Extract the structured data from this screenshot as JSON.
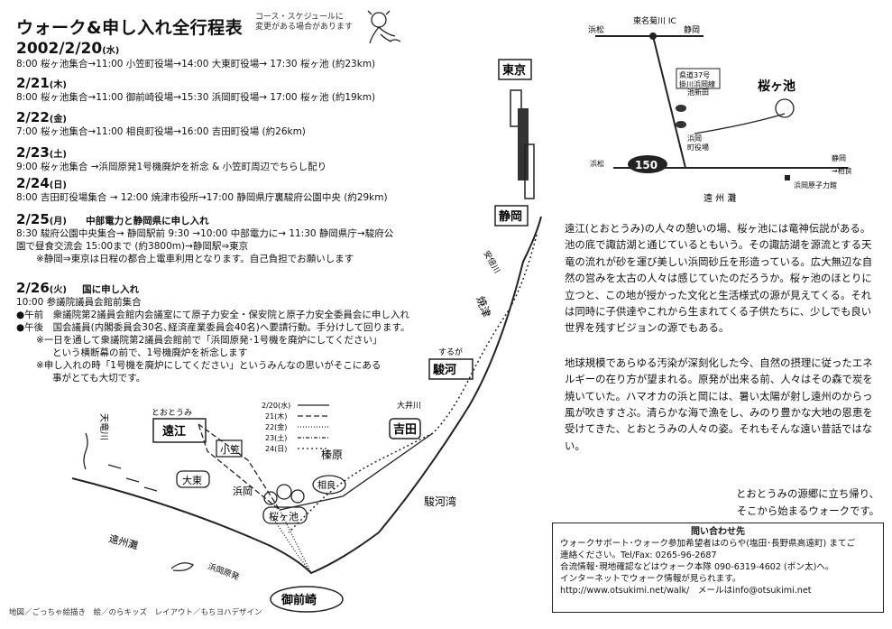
{
  "header": {
    "title": "ウォーク&申し入れ全行程表",
    "note_line1": "コース・スケジュールに",
    "note_line2": "変更がある場合があります"
  },
  "schedule": {
    "d1": {
      "date": "2002/2/20",
      "dow": "(水)",
      "line": "8:00 桜ヶ池集合→11:00 小笠町役場→14:00 大東町役場→ 17:30 桜ヶ池 (約23km)"
    },
    "d2": {
      "date": "2/21",
      "dow": "(木)",
      "line": "8:00 桜ヶ池集合→11:00 御前崎役場→15:30 浜岡町役場→ 17:00 桜ヶ池 (約19km)"
    },
    "d3": {
      "date": "2/22",
      "dow": "(金)",
      "line": "7:00 桜ヶ池集合→11:00 相良町役場→16:00 吉田町役場 (約26km)"
    },
    "d4": {
      "date": "2/23",
      "dow": "(土)",
      "line": "9:00 桜ヶ池集合 →浜岡原発1号機廃炉を祈念 & 小笠町周辺でちらし配り"
    },
    "d5": {
      "date": "2/24",
      "dow": "(日)",
      "line": "8:00 吉田町役場集合 → 12:00 焼津市役所→17:00 静岡県庁裏駿府公園中央 (約29km)"
    },
    "d6": {
      "date": "2/25",
      "dow": "(月)",
      "subtitle": "中部電力と静岡県に申し入れ",
      "line1": "8:30 駿府公園中央集合→ 静岡駅前 9:30 →10:00 中部電力に→ 11:30 静岡県庁→駿府公",
      "line2": "園で昼食交流会 15:00まで (約3800m)→静岡駅⇒東京",
      "line3": "※静岡⇒東京は日程の都合上電車利用となります。自己負担でお願いします"
    },
    "d7": {
      "date": "2/26",
      "dow": "(火)",
      "subtitle": "国に申し入れ",
      "line1": "10:00 参議院議員会館前集合",
      "line2": "●午前　衆議院第2議員会館内会議室にて原子力安全・保安院と原子力安全委員会に申し入れ",
      "line3": "●午後　国会議員(内閣委員会30名､経済産業委員会40名)へ要請行動。手分けして回ります。",
      "line4": "※一日を通して衆議院第2議員会館前で「浜岡原発･1号機を廃炉にしてください」",
      "line5": "という横断幕の前で、1号機廃炉を祈念します",
      "line6": "※申し入れの時「1号機を廃炉にしてください」というみんなの思いがそこにある",
      "line7": "事がとても大切です。"
    }
  },
  "map": {
    "tokyo": "東京",
    "shizuoka": "静岡",
    "abekawa": "安倍川",
    "yaizu": "焼津",
    "suruga_small": "するが",
    "suruga": "駿河",
    "oigawa": "大井川",
    "yoshida": "吉田",
    "haibara": "榛原",
    "sagara": "相良",
    "surugawan": "駿河湾",
    "totoumi_small": "とおとうみ",
    "totoumi": "遠江",
    "ogasa": "小笠",
    "daito": "大東",
    "hamaoka": "浜岡",
    "sakuragaike": "桜ヶ池",
    "enshunada": "遠州灘",
    "genpatsu": "浜岡原発",
    "omaezaki": "御前崎",
    "tenryu": "天竜川",
    "legend": [
      "2/20(水)",
      "21(木)",
      "22(金)",
      "23(土)",
      "24(日)"
    ]
  },
  "inset": {
    "ic": "東名菊川 IC",
    "hamamatsu": "浜松",
    "shizuoka": "静岡",
    "road1": "県道37号",
    "road2": "掛川浜岡線",
    "ikeshinden": "池新田",
    "town": "浜岡",
    "townhall": "町役場",
    "sakuragaike": "桜ヶ池",
    "route": "150",
    "hamamatsu2": "浜松",
    "shizuoka2": "静岡",
    "sagara": "→相良",
    "nuclear": "浜岡原子力館",
    "enshunada": "遠 州 灘"
  },
  "prose": {
    "p1": "遠江(とおとうみ)の人々の憩いの場、桜ヶ池には竜神伝説がある。池の底で諏訪湖と通じているともいう。その諏訪湖を源流とする天竜の流れが砂を運び美しい浜岡砂丘を形造っている。広大無辺な自然の営みを太古の人々は感じていたのだろうか。桜ヶ池のほとりに立つと、この地が授かった文化と生活様式の源が見えてくる。それは同時に子供達やこれから生まれてくる子供たちに、少しでも良い世界を残すビジョンの源でもある。",
    "p2": "地球規模であらゆる汚染が深刻化した今、自然の摂理に従ったエネルギーの在り方が望まれる。原発が出来る前、人々はその森で炭を焼いていた。ハマオカの浜と岡には、暑い太陽が射し遠州のからっ風が吹きすさぶ。清らかな海で漁をし、みのり豊かな大地の恩恵を受けてきた、とおとうみの人々の姿。それもそんな遠い昔話ではない。",
    "closing1": "とおとうみの源郷に立ち帰り、",
    "closing2": "そこから始まるウォークです。"
  },
  "contact": {
    "heading": "問い合わせ先",
    "line1": "ウォークサポート･ウォーク参加希望者はのらや(塩田･長野県高遠町) まてご",
    "line2": "連絡ください。Tel/Fax: 0265-96-2687",
    "line3": "合流情報･現地確認などはウォーク本隊 090-6319-4602 (ポン太)へ。",
    "line4": "インターネットでウォーク情報が見られます。",
    "line5": "http://www.otsukimi.net/walk/　メールはinfo@otsukimi.net"
  },
  "credit": "地図／ごっちゃ絵描き　絵／のらキッズ　レイアウト／もちヨハデザイン"
}
